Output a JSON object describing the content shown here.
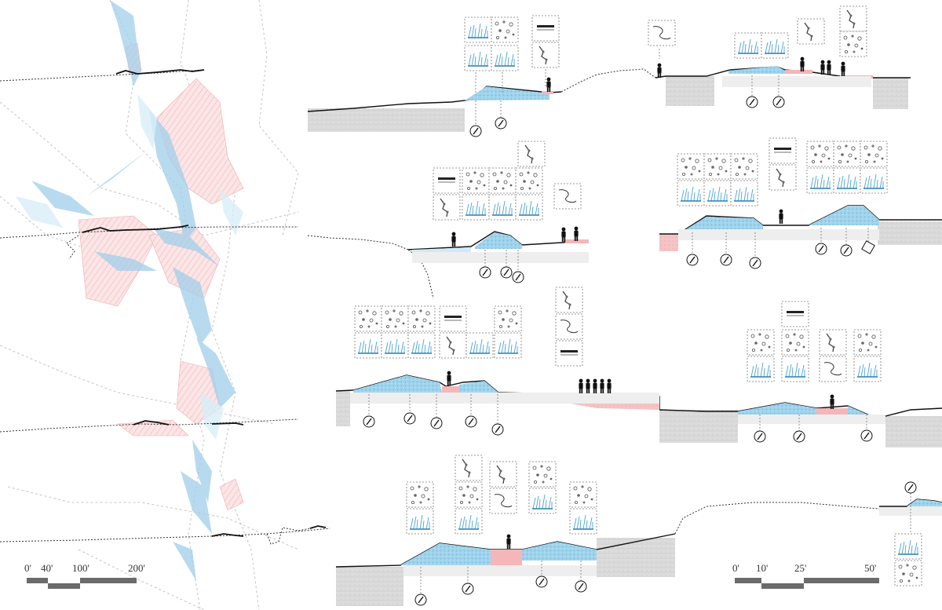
{
  "scale_bars": [
    {
      "name": "plan-scale-bar",
      "labels": [
        "0'",
        "40'",
        "100'",
        "200'"
      ]
    },
    {
      "name": "section-scale-bar",
      "labels": [
        "0'",
        "10'",
        "25'",
        "50'"
      ]
    }
  ],
  "colors": {
    "water_blue": "#8ecbe8",
    "blue_light": "#d4ecf7",
    "pink": "#f4b6b8",
    "pink_light": "#fbe2e3",
    "ground_grey": "#d9d9d9",
    "dark": "#111111"
  }
}
